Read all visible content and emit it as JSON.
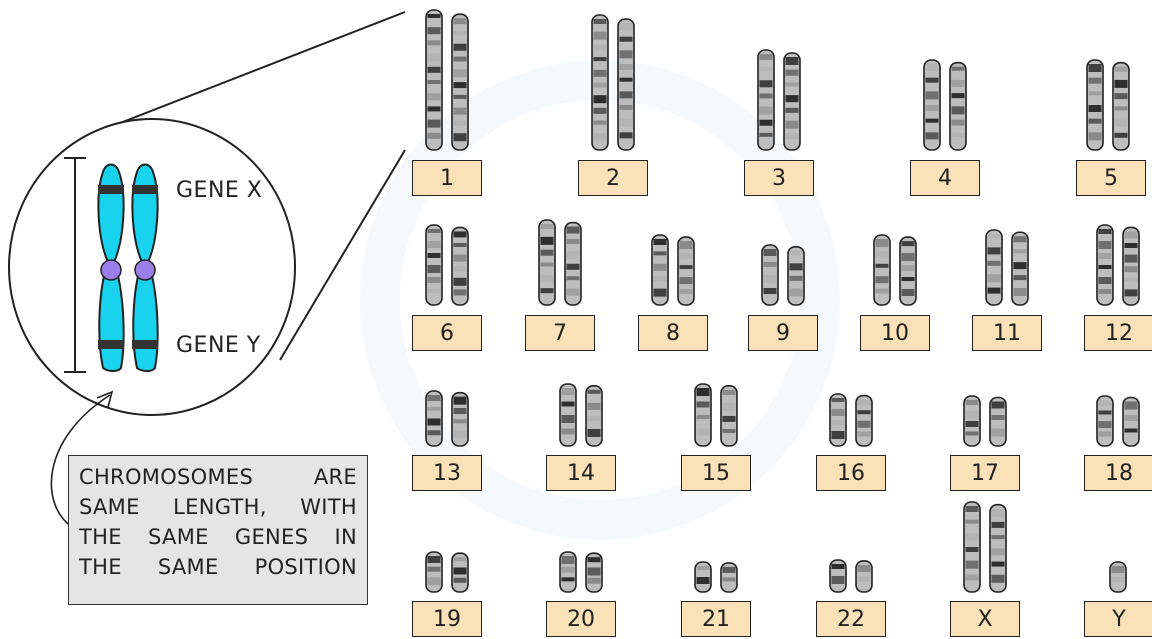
{
  "zoom_panel": {
    "gene_x_label": "GENE X",
    "gene_y_label": "GENE Y",
    "chromatid_color": "#19d3ee",
    "centromere_color": "#9b7fe8"
  },
  "callout": {
    "lines": [
      "CHROMOSOMES ARE",
      "SAME LENGTH, WITH",
      "THE SAME GENES IN",
      "THE SAME POSITION"
    ]
  },
  "karyotype": {
    "label_color": "#fbe1b7",
    "pairs": [
      "1",
      "2",
      "3",
      "4",
      "5",
      "6",
      "7",
      "8",
      "9",
      "10",
      "11",
      "12",
      "13",
      "14",
      "15",
      "16",
      "17",
      "18",
      "19",
      "20",
      "21",
      "22",
      "X",
      "Y"
    ]
  }
}
